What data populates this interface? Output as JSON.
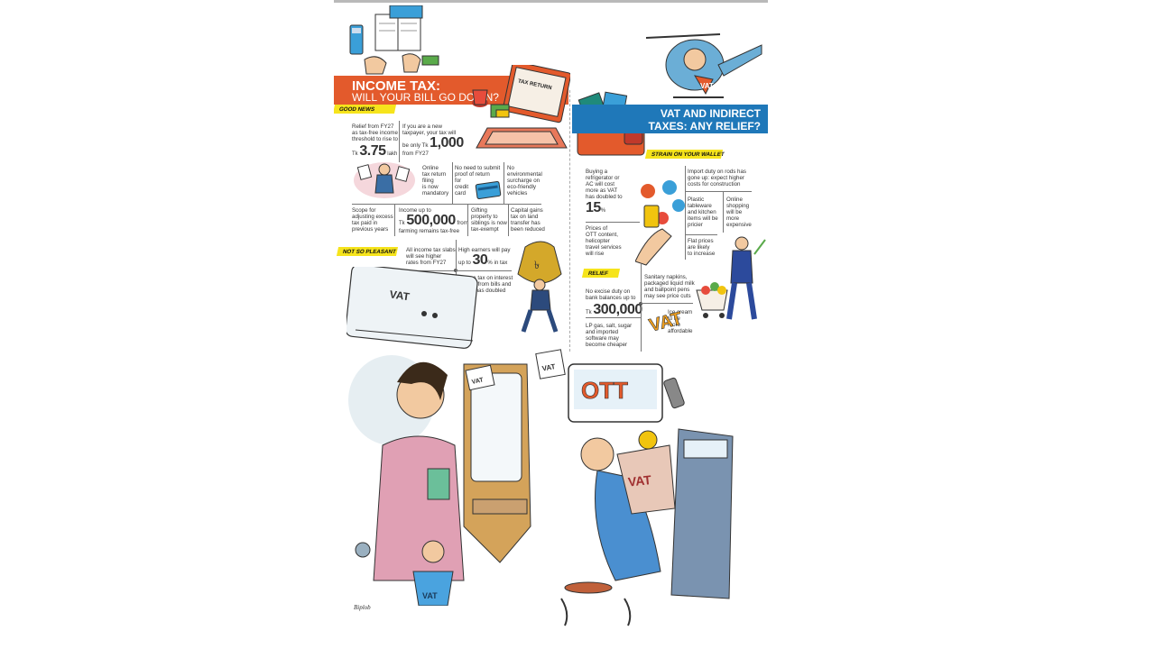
{
  "colors": {
    "orange_banner": "#e35a2c",
    "blue_banner": "#1f78b9",
    "yellow_tag": "#f6e41c"
  },
  "income_tax": {
    "title_line1": "INCOME TAX:",
    "title_line2": "WILL YOUR BILL GO DOWN?",
    "good_news_label": "GOOD NEWS",
    "relief_threshold": {
      "text_l1": "Relief from FY27",
      "text_l2": "as tax-free income",
      "text_l3": "threshold to rise to",
      "prefix": "Tk",
      "amount": "3.75",
      "suffix": "lakh"
    },
    "new_taxpayer": {
      "text_l1": "If you are a new",
      "text_l2": "taxpayer, your tax will",
      "text_l3": "be only Tk",
      "amount": "1,000",
      "text_l4": "from FY27"
    },
    "online_return": {
      "l1": "Online",
      "l2": "tax return",
      "l3": "filing",
      "l4": "is now",
      "l5": "mandatory"
    },
    "no_proof": {
      "l1": "No need to submit",
      "l2": "proof of return",
      "l3": "for",
      "l4": "credit",
      "l5": "card"
    },
    "no_surcharge": {
      "l1": "No",
      "l2": "environmental",
      "l3": "surcharge on",
      "l4": "eco-friendly",
      "l5": "vehicles"
    },
    "scope_excess": {
      "l1": "Scope for",
      "l2": "adjusting excess",
      "l3": "tax paid in",
      "l4": "previous years"
    },
    "farming_income": {
      "l1": "Income up to",
      "prefix": "Tk",
      "amount": "500,000",
      "l2": "from",
      "l3": "farming remains tax-free"
    },
    "gifting": {
      "l1": "Gifting",
      "l2": "property to",
      "l3": "siblings is now",
      "l4": "tax-exempt"
    },
    "capital_gains": {
      "l1": "Capital gains",
      "l2": "tax on land",
      "l3": "transfer has",
      "l4": "been reduced"
    },
    "not_so_pleasant_label": "NOT SO PLEASANT",
    "higher_rates": {
      "l1": "All income tax slabs",
      "l2": "will see higher",
      "l3": "rates from FY27"
    },
    "high_earners": {
      "l1": "High earners will pay",
      "l2": "up to",
      "amount": "30",
      "l3": "% in tax"
    },
    "source_tax": {
      "l1": "Source tax on interest",
      "l2": "income from bills and",
      "l3": "bonds has doubled"
    }
  },
  "vat": {
    "title_line1": "VAT AND INDIRECT",
    "title_line2": "TAXES: ANY RELIEF?",
    "strain_label": "STRAIN ON YOUR WALLET",
    "fridge_ac": {
      "l1": "Buying a",
      "l2": "refrigerator or",
      "l3": "AC will cost",
      "l4": "more as VAT",
      "l5": "has doubled to",
      "amount": "15",
      "suffix": "%"
    },
    "ott_prices": {
      "l1": "Prices of",
      "l2": "OTT content,",
      "l3": "helicopter",
      "l4": "travel services",
      "l5": "will rise"
    },
    "import_rods": {
      "l1": "Import duty on rods has",
      "l2": "gone up: expect higher",
      "l3": "costs for construction"
    },
    "plastic": {
      "l1": "Plastic",
      "l2": "tableware",
      "l3": "and kitchen",
      "l4": "items will be",
      "l5": "pricier"
    },
    "online_shopping": {
      "l1": "Online",
      "l2": "shopping",
      "l3": "will be",
      "l4": "more",
      "l5": "expensive"
    },
    "flat_prices": {
      "l1": "Flat prices",
      "l2": "are likely",
      "l3": "to increase"
    },
    "relief_label": "RELIEF",
    "no_excise": {
      "l1": "No excise duty on",
      "l2": "bank balances up to",
      "prefix": "Tk",
      "amount": "300,000"
    },
    "sanitary": {
      "l1": "Sanitary napkins,",
      "l2": "packaged liquid milk",
      "l3": "and ballpoint pens",
      "l4": "may see price cuts"
    },
    "lp_gas": {
      "l1": "LP gas, salt, sugar",
      "l2": "and imported",
      "l3": "software may",
      "l4": "become cheaper"
    },
    "ice_cream": {
      "l1": "Ice cream",
      "l2": "to be",
      "l3": "more",
      "l4": "affordable"
    }
  },
  "illustration_labels": {
    "tax_return_book": "TAX RETURN",
    "ac_vat": "VAT",
    "sign_vat": "VAT",
    "ott_tv": "OTT",
    "vat_falling": "VAT",
    "vat_bag": "VAT",
    "vat_bucket": "VAT",
    "heli_vat": "VAT",
    "mirror_vat": "VAT",
    "money_symbol": "৳"
  },
  "signature": "Biplob"
}
